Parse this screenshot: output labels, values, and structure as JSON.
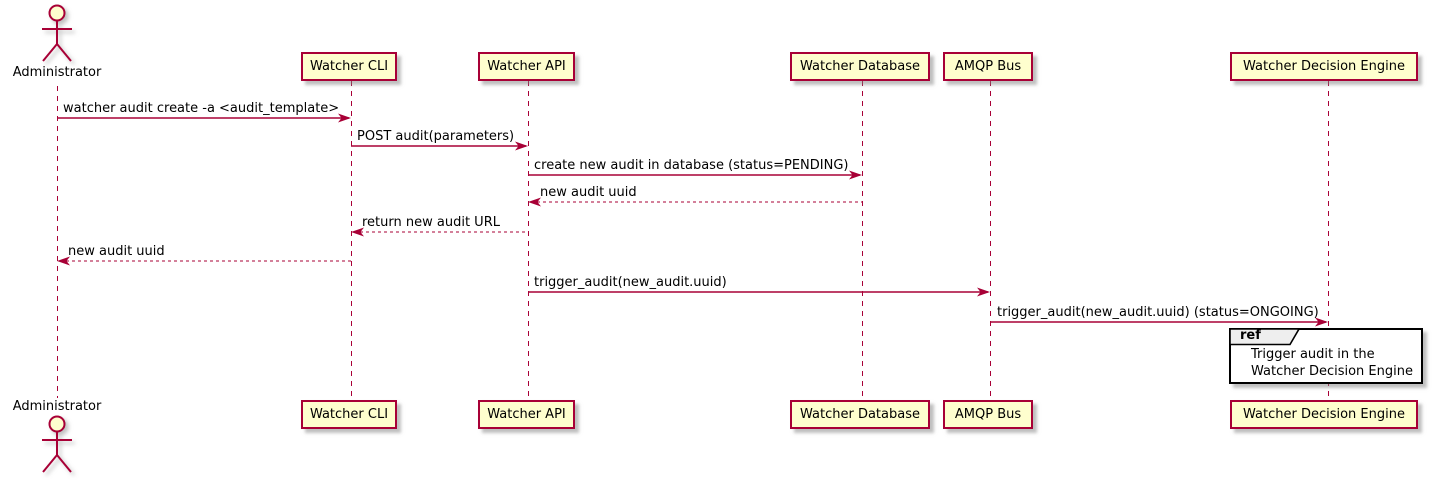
{
  "diagram": {
    "type": "sequence",
    "participants": [
      {
        "name": "Administrator",
        "kind": "actor"
      },
      {
        "name": "Watcher CLI",
        "kind": "participant"
      },
      {
        "name": "Watcher API",
        "kind": "participant"
      },
      {
        "name": "Watcher Database",
        "kind": "participant"
      },
      {
        "name": "AMQP Bus",
        "kind": "participant"
      },
      {
        "name": "Watcher Decision Engine",
        "kind": "participant"
      }
    ],
    "messages": [
      {
        "from": "Administrator",
        "to": "Watcher CLI",
        "label": "watcher audit create -a <audit_template>",
        "style": "solid"
      },
      {
        "from": "Watcher CLI",
        "to": "Watcher API",
        "label": "POST audit(parameters)",
        "style": "solid"
      },
      {
        "from": "Watcher API",
        "to": "Watcher Database",
        "label": "create new audit in database (status=PENDING)",
        "style": "solid"
      },
      {
        "from": "Watcher Database",
        "to": "Watcher API",
        "label": "new audit uuid",
        "style": "dashed"
      },
      {
        "from": "Watcher API",
        "to": "Watcher CLI",
        "label": "return new audit URL",
        "style": "dashed"
      },
      {
        "from": "Watcher CLI",
        "to": "Administrator",
        "label": "new audit uuid",
        "style": "dashed"
      },
      {
        "from": "Watcher API",
        "to": "AMQP Bus",
        "label": "trigger_audit(new_audit.uuid)",
        "style": "solid"
      },
      {
        "from": "AMQP Bus",
        "to": "Watcher Decision Engine",
        "label": "trigger_audit(new_audit.uuid) (status=ONGOING)",
        "style": "solid"
      }
    ],
    "ref": {
      "keyword": "ref",
      "lines": [
        "Trigger audit in the",
        "Watcher Decision Engine"
      ]
    },
    "colors": {
      "participant_fill": "#FEFECE",
      "participant_border": "#A80036",
      "line_color": "#A80036",
      "text_color": "#000000",
      "ref_border": "#000000",
      "ref_tab_fill": "#EEEEEE",
      "background": "#FFFFFF"
    }
  }
}
